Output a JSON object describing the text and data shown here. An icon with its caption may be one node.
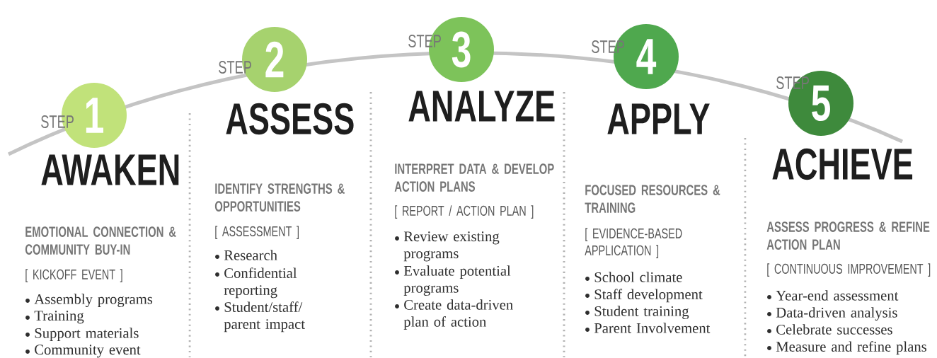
{
  "diagram": {
    "nodes": [
      {
        "text": [
          "1"
        ],
        "beside": [
          "STEP"
        ]
      },
      {
        "text": [
          "2"
        ],
        "beside": [
          "STEP"
        ]
      },
      {
        "text": [
          "3"
        ],
        "beside": [
          "STEP"
        ]
      },
      {
        "text": [
          "4"
        ],
        "beside": [
          "STEP"
        ]
      },
      {
        "text": [
          "5"
        ],
        "beside": [
          "STEP"
        ]
      }
    ],
    "labels": [
      "AWAKEN",
      "EMOTIONAL CONNECTION & COMMUNITY BUY-IN",
      "[ KICKOFF EVENT ]",
      "Assembly programs",
      "Training",
      "Support materials",
      "Community event",
      "ASSESS",
      "IDENTIFY STRENGTHS & OPPORTUNITIES",
      "[ ASSESSMENT ]",
      "Research",
      "Confidential reporting",
      "Student/staff/ parent impact",
      "ANALYZE",
      "INTERPRET DATA & DEVELOP ACTION PLANS",
      "[ REPORT / ACTION PLAN ]",
      "Review existing programs",
      "Evaluate potential programs",
      "Create data-driven plan of action",
      "APPLY",
      "FOCUSED RESOURCES & TRAINING",
      "[ EVIDENCE-BASED APPLICATION ]",
      "School climate",
      "Staff development",
      "Student training",
      "Parent Involvement",
      "ACHIEVE",
      "ASSESS PROGRESS & REFINE ACTION PLAN",
      "[ CONTINUOUS IMPROVEMENT ]",
      "Year-end assessment",
      "Data-driven analysis",
      "Celebrate successes",
      "Measure and refine plans"
    ]
  }
}
